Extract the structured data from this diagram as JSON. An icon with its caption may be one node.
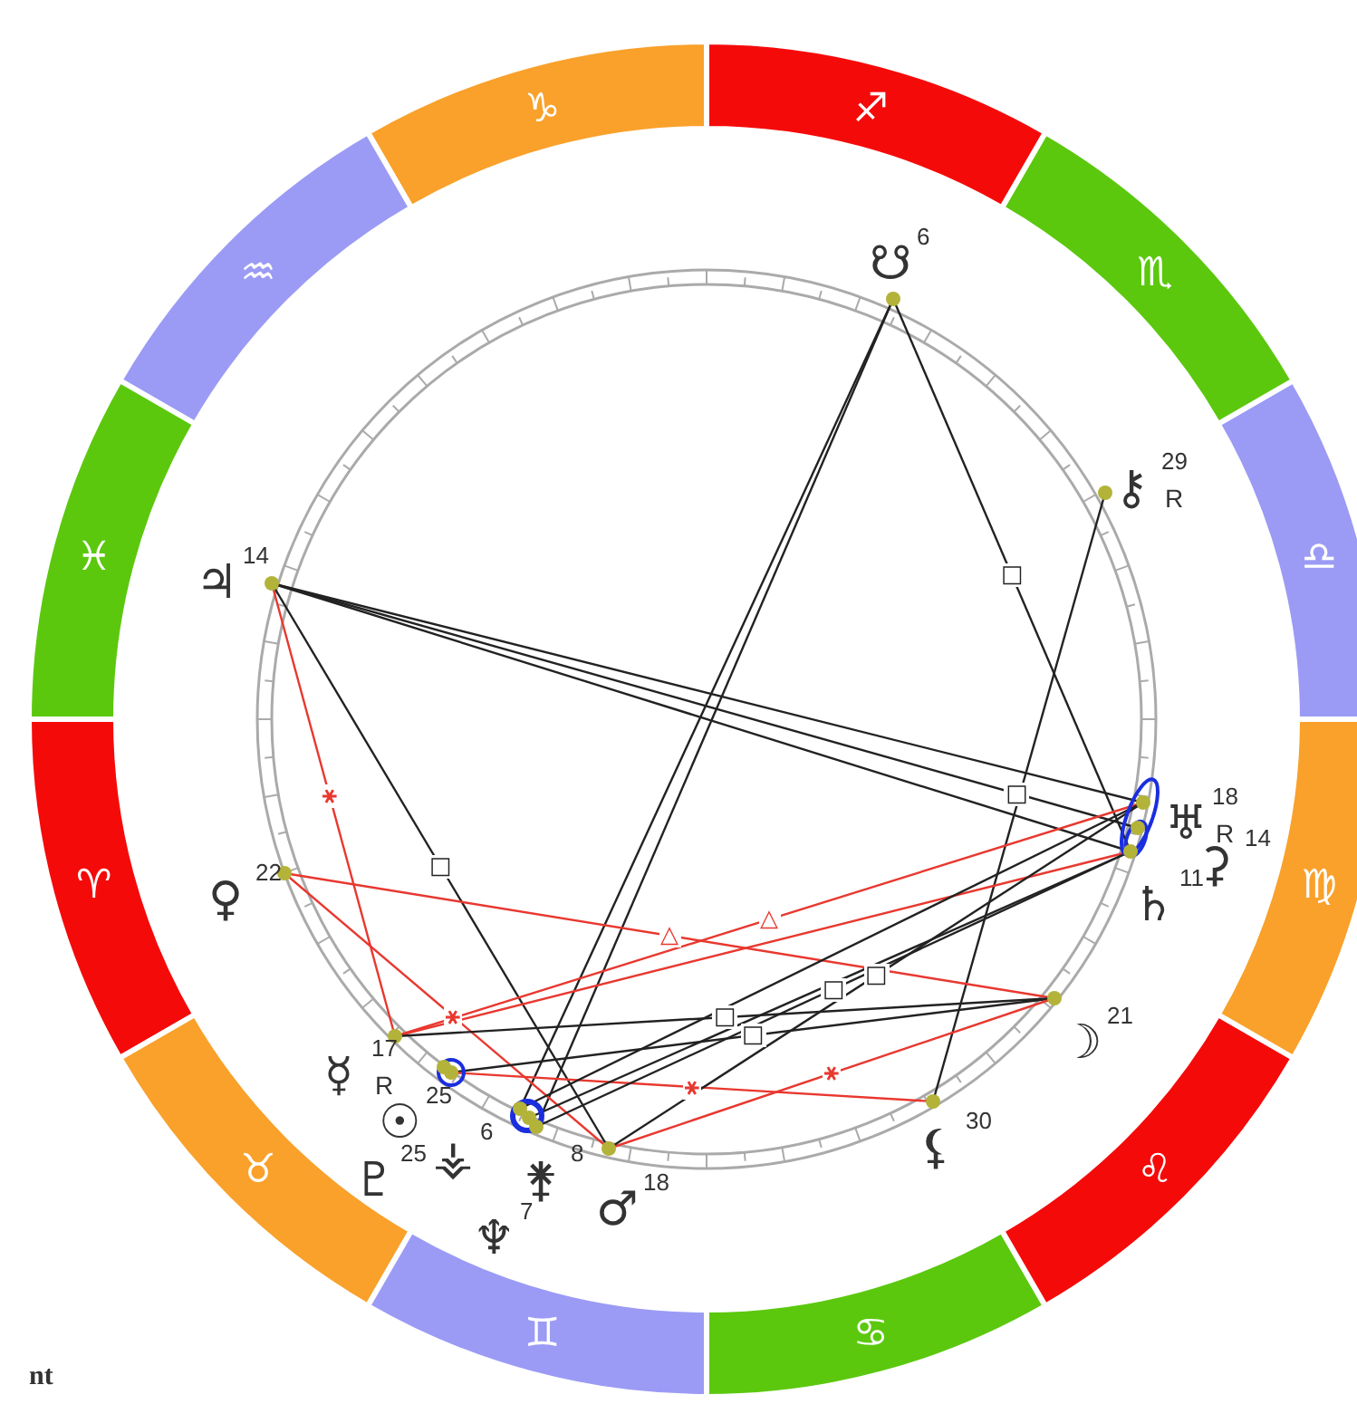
{
  "diagram": {
    "nodes": [
      {
        "text": [
          "♈"
        ]
      },
      {
        "text": [
          "♉"
        ]
      },
      {
        "text": [
          "♊"
        ]
      },
      {
        "text": [
          "♋"
        ]
      },
      {
        "text": [
          "♌"
        ]
      },
      {
        "text": [
          "♍"
        ]
      },
      {
        "text": [
          "♎"
        ]
      },
      {
        "text": [
          "♏"
        ]
      },
      {
        "text": [
          "♐"
        ]
      },
      {
        "text": [
          "♑"
        ]
      },
      {
        "text": [
          "♒"
        ]
      },
      {
        "text": [
          "♓"
        ]
      },
      {
        "text": [
          "☋",
          "6"
        ]
      },
      {
        "text": [
          "⚷",
          "29",
          "R"
        ]
      },
      {
        "text": [
          "♃",
          "14"
        ]
      },
      {
        "text": [
          "♅",
          "18",
          "R"
        ]
      },
      {
        "text": [
          "♄",
          "11"
        ]
      },
      {
        "text": [
          "⚳",
          "14"
        ]
      },
      {
        "text": [
          "♀",
          "22"
        ]
      },
      {
        "text": [
          "☿",
          "17",
          "R"
        ]
      },
      {
        "text": [
          "☽",
          "21"
        ]
      },
      {
        "text": [
          "☉",
          "25"
        ]
      },
      {
        "text": [
          "⚸",
          "30"
        ]
      },
      {
        "text": [
          "⚶",
          "6"
        ]
      },
      {
        "text": [
          "⚵",
          "8"
        ]
      },
      {
        "text": [
          "♇",
          "25"
        ]
      },
      {
        "text": [
          "♂",
          "18"
        ]
      },
      {
        "text": [
          "♆",
          "7"
        ]
      }
    ],
    "edges": [
      {
        "from": 12,
        "to": 23,
        "arrow": "none"
      },
      {
        "from": 12,
        "to": 27,
        "arrow": "none"
      },
      {
        "from": 12,
        "to": 16,
        "arrow": "none",
        "label": "□"
      },
      {
        "from": 13,
        "to": 22,
        "arrow": "none"
      },
      {
        "from": 14,
        "to": 15,
        "arrow": "none"
      },
      {
        "from": 14,
        "to": 17,
        "arrow": "none",
        "label": "□"
      },
      {
        "from": 14,
        "to": 16,
        "arrow": "none"
      },
      {
        "from": 14,
        "to": 26,
        "arrow": "none",
        "label": "□"
      },
      {
        "from": 14,
        "to": 19,
        "arrow": "none",
        "label": "⚹",
        "color": "#e8382f"
      },
      {
        "from": 18,
        "to": 20,
        "arrow": "none",
        "label": "△",
        "color": "#e8382f"
      },
      {
        "from": 18,
        "to": 26,
        "arrow": "none",
        "label": "⚹",
        "color": "#e8382f"
      },
      {
        "from": 19,
        "to": 15,
        "arrow": "none",
        "label": "△",
        "color": "#e8382f"
      },
      {
        "from": 19,
        "to": 16,
        "arrow": "none",
        "color": "#e8382f"
      },
      {
        "from": 19,
        "to": 20,
        "arrow": "none",
        "label": "□"
      },
      {
        "from": 21,
        "to": 20,
        "arrow": "none",
        "label": "□"
      },
      {
        "from": 21,
        "to": 22,
        "arrow": "none",
        "label": "⚹",
        "color": "#e8382f"
      },
      {
        "from": 26,
        "to": 20,
        "arrow": "none",
        "label": "⚹",
        "color": "#e8382f"
      },
      {
        "from": 26,
        "to": 15,
        "arrow": "none",
        "label": "□"
      },
      {
        "from": 27,
        "to": 16,
        "arrow": "none",
        "label": "□"
      },
      {
        "from": 23,
        "to": 15,
        "arrow": "none"
      },
      {
        "from": 24,
        "to": 16,
        "arrow": "none"
      }
    ],
    "labels": [
      "nt"
    ]
  }
}
